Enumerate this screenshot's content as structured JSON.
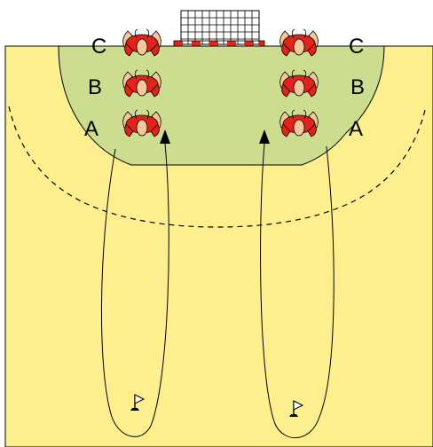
{
  "colors": {
    "court": "#fdef8d",
    "goal_area": "#cddd8f",
    "lines": "#000000",
    "player_jersey": "#e2231a",
    "player_skin": "#f4c89a",
    "flag": "#ffffff"
  },
  "labels": {
    "left": {
      "c": "C",
      "b": "B",
      "a": "A"
    },
    "right": {
      "c": "C",
      "b": "B",
      "a": "A"
    }
  },
  "icons": {
    "goal": "handball-goal",
    "player": "player-top-view",
    "cone": "flag-marker",
    "arrow": "run-path-arrow"
  }
}
